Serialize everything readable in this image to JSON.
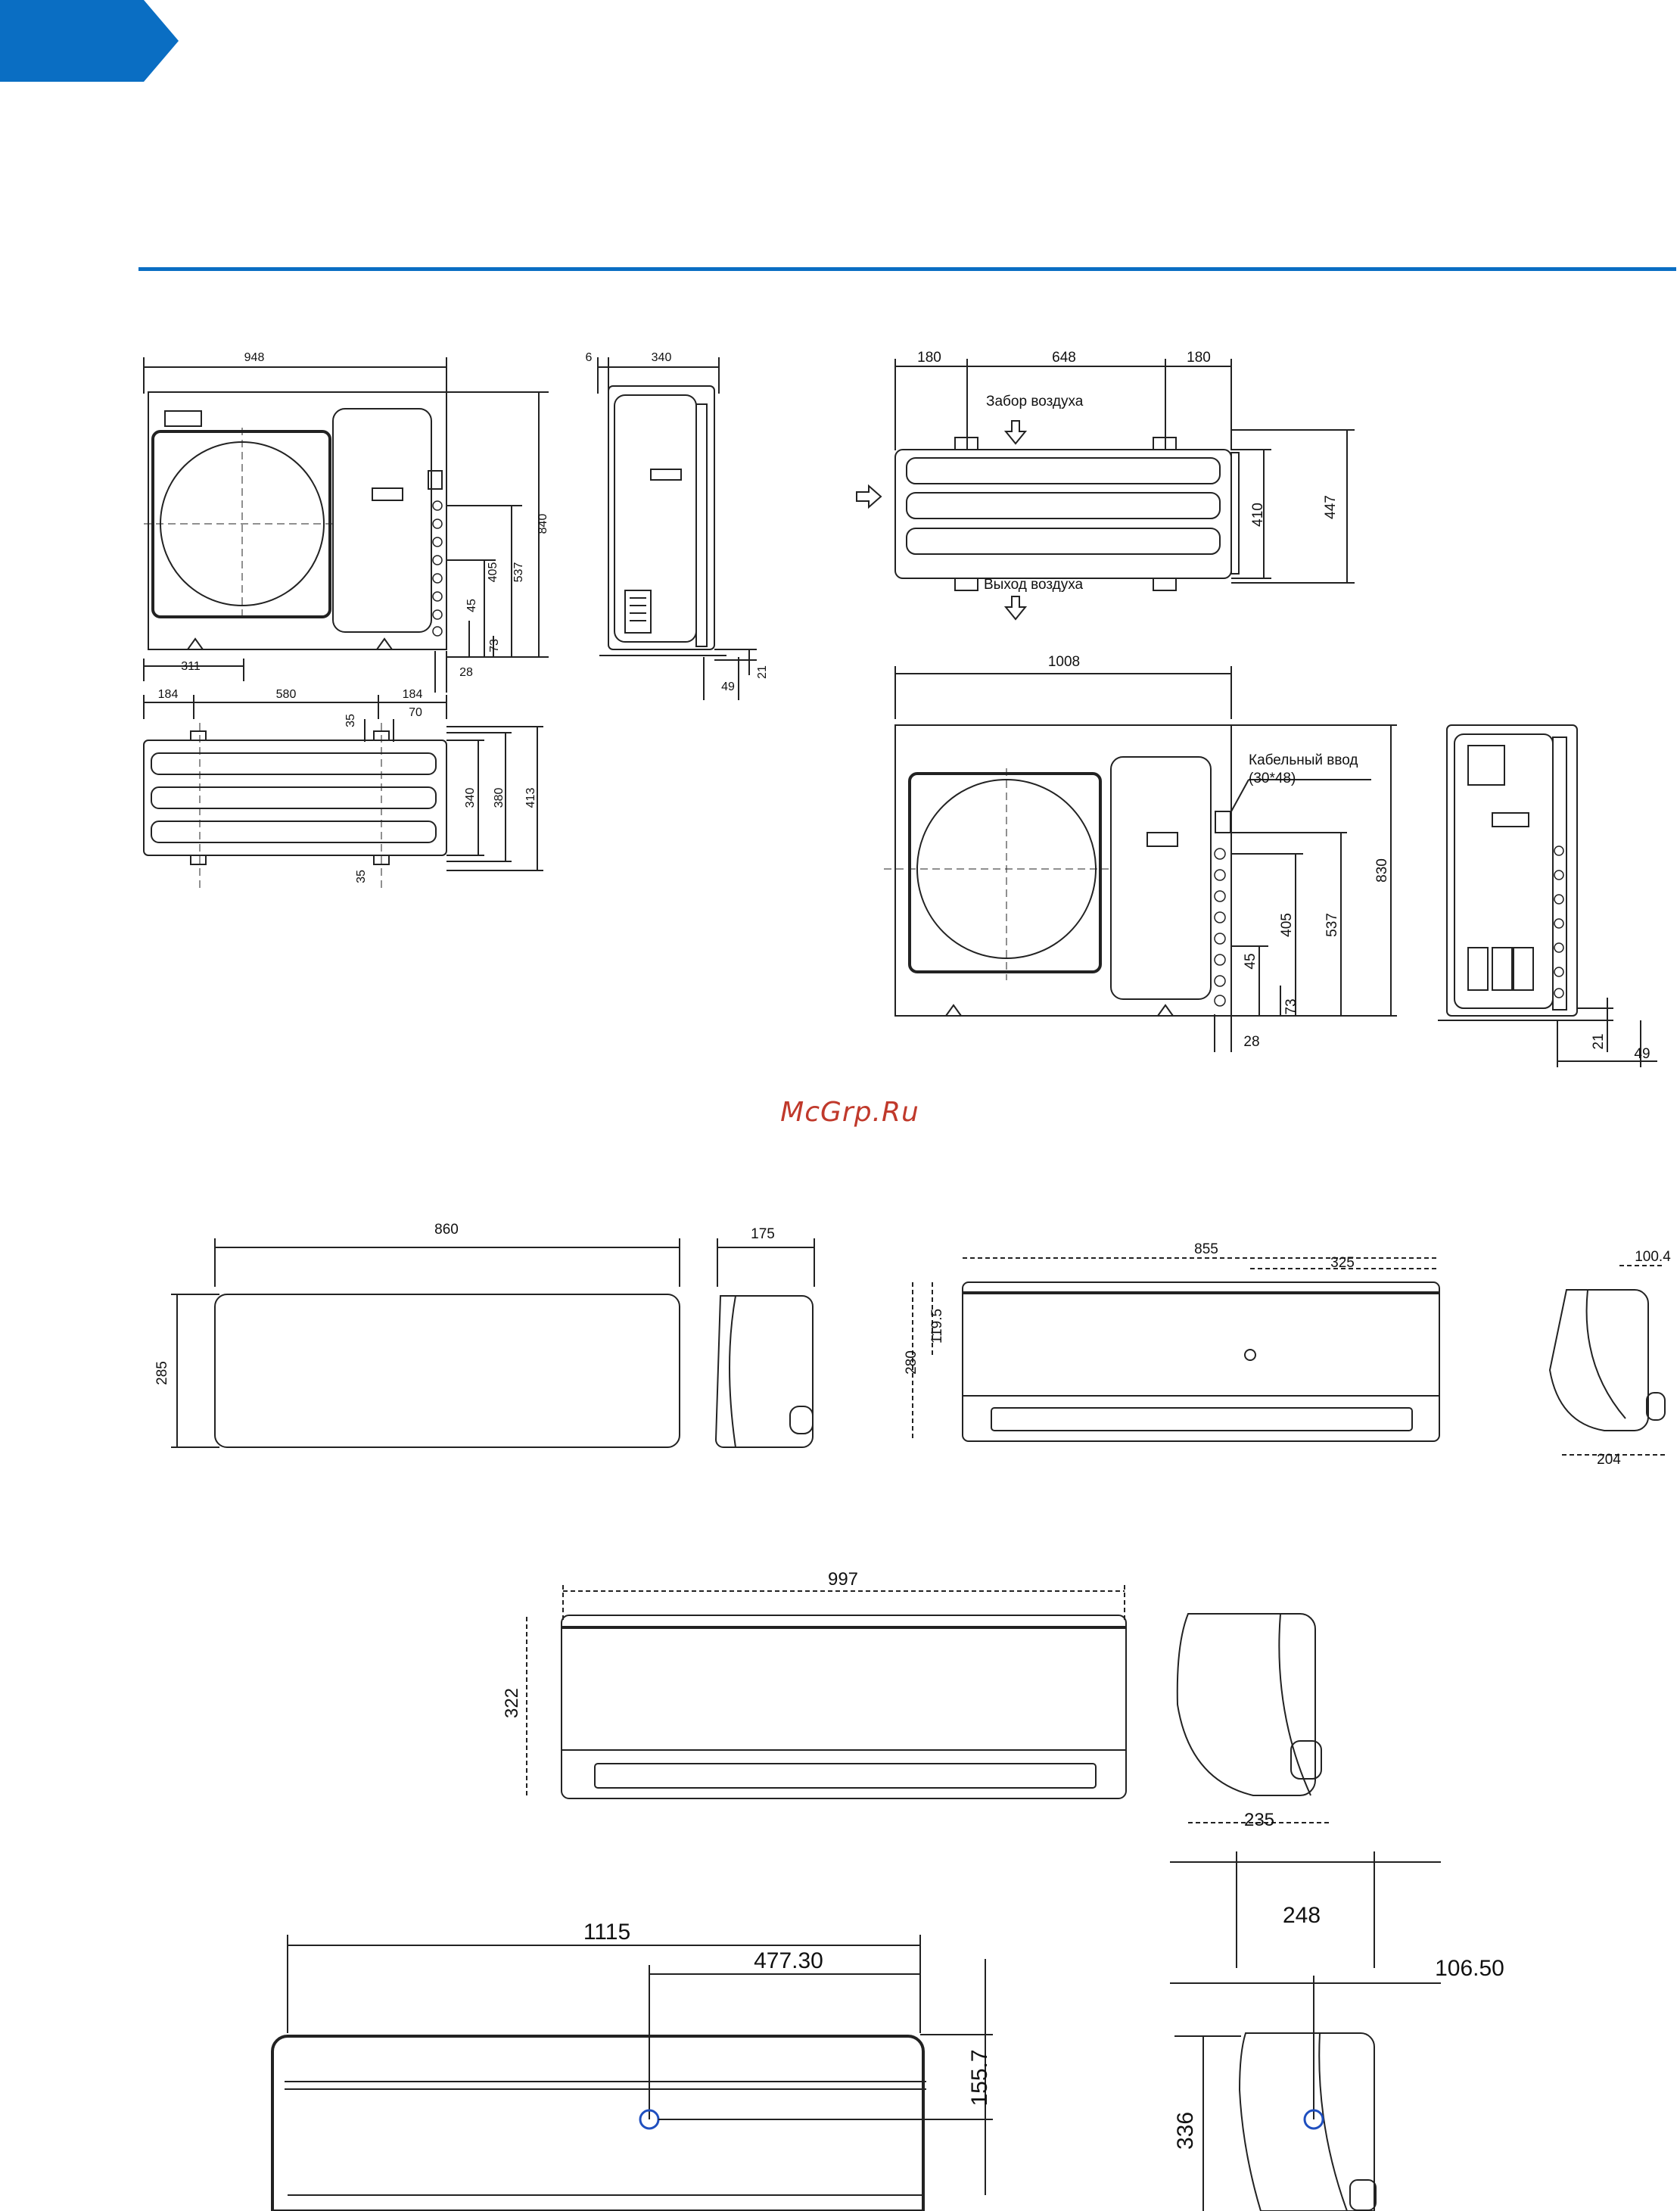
{
  "page": {
    "watermark": "McGrp.Ru",
    "accent_color": "#0a6ec3"
  },
  "outdoor_unit_a": {
    "front": {
      "width": "948",
      "left_offset": "311",
      "height": "840",
      "valve_537": "537",
      "valve_405": "405",
      "pitch_45": "45",
      "bottom_73": "73",
      "foot_28": "28"
    },
    "side": {
      "top_6": "6",
      "depth": "340",
      "foot_49": "49",
      "foot_21": "21"
    },
    "base": {
      "seg_184_left": "184",
      "seg_580": "580",
      "seg_184_right": "184",
      "slot_35_top": "35",
      "slot_70": "70",
      "slot_35_bottom": "35",
      "depth_340": "340",
      "depth_380": "380",
      "depth_413": "413"
    }
  },
  "outdoor_unit_b": {
    "top": {
      "seg_180_left": "180",
      "seg_648": "648",
      "seg_180_right": "180",
      "air_in": "Забор воздуха",
      "air_out": "Выход воздуха",
      "depth_410": "410",
      "depth_447": "447"
    },
    "front": {
      "width": "1008",
      "cable_entry": "Кабельный ввод",
      "cable_size": "(30*48)",
      "height": "830",
      "valve_537": "537",
      "valve_405": "405",
      "pitch_45": "45",
      "bottom_73": "73",
      "foot_28": "28"
    },
    "side": {
      "foot_21": "21",
      "foot_49": "49"
    }
  },
  "indoor_unit_860": {
    "width": "860",
    "height": "285",
    "depth": "175"
  },
  "indoor_unit_855": {
    "width": "855",
    "offset_325": "325",
    "height": "280",
    "pipe_119_5": "119.5",
    "side_100_4": "100.4",
    "side_204": "204"
  },
  "indoor_unit_997": {
    "width": "997",
    "height": "322",
    "depth": "235"
  },
  "indoor_unit_1115": {
    "width": "1115",
    "offset_477": "477.30",
    "pipe_155_7": "155.7",
    "depth_248": "248",
    "offset_106": "106.50",
    "height_336": "336"
  }
}
